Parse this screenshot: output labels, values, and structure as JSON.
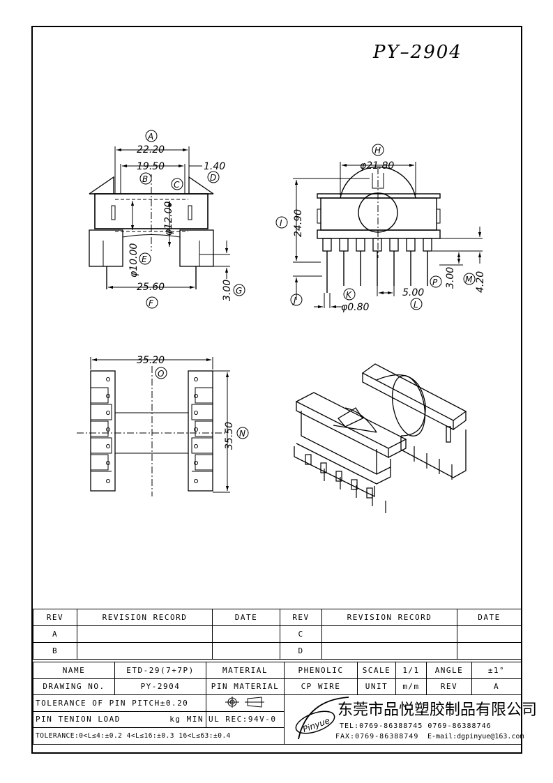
{
  "part_number": "PY–2904",
  "dims": {
    "A": "A",
    "B": "B",
    "C": "C",
    "D": "D",
    "E": "E",
    "F": "F",
    "G": "G",
    "H": "H",
    "I": "I",
    "J": "J",
    "K": "K",
    "L": "L",
    "M": "M",
    "N": "N",
    "O": "O",
    "P": "P",
    "d22_20": "22.20",
    "d19_50": "19.50",
    "d1_40": "1.40",
    "d12_00": "φ12.00",
    "d10_00": "φ10.00",
    "d25_60": "25.60",
    "d3_00": "3.00",
    "d21_80": "φ21.80",
    "d24_90": "24.90",
    "d0_80": "φ0.80",
    "d5_00": "5.00",
    "d3_00b": "3.00",
    "d4_20": "4.20",
    "d35_20": "35.20",
    "d35_50": "35.50"
  },
  "revision": {
    "headers": [
      "REV",
      "REVISION RECORD",
      "DATE",
      "REV",
      "REVISION RECORD",
      "DATE"
    ],
    "rows": [
      [
        "A",
        "",
        "",
        "C",
        "",
        ""
      ],
      [
        "B",
        "",
        "",
        "D",
        "",
        ""
      ]
    ]
  },
  "title_block": {
    "name_label": "NAME",
    "name_value": "ETD-29(7+7P)",
    "material_label": "MATERIAL",
    "material_value": "PHENOLIC",
    "scale_label": "SCALE",
    "scale_value": "1/1",
    "angle_label": "ANGLE",
    "angle_value": "±1°",
    "drawing_label": "DRAWING NO.",
    "drawing_value": "PY-2904",
    "pin_material_label": "PIN MATERIAL",
    "pin_material_value": "CP WIRE",
    "unit_label": "UNIT",
    "unit_value": "m/m",
    "rev_label": "REV",
    "rev_value": "A",
    "tolerance_pitch": "TOLERANCE OF PIN PITCH±0.20",
    "pin_load": "PIN TENION LOAD",
    "pin_load_unit": "kg MIN",
    "ul": "UL REC:94V-0",
    "tolerance": "TOLERANCE:0<L≤4:±0.2  4<L≤16:±0.3  16<L≤63:±0.4"
  },
  "company": {
    "logo": "Pinyue",
    "name": "东莞市品悦塑胶制品有限公司",
    "tel": "TEL:0769-86388745   0769-86388746",
    "fax": "FAX:0769-86388749",
    "email": "E-mail:dgpinyue@163.com"
  }
}
